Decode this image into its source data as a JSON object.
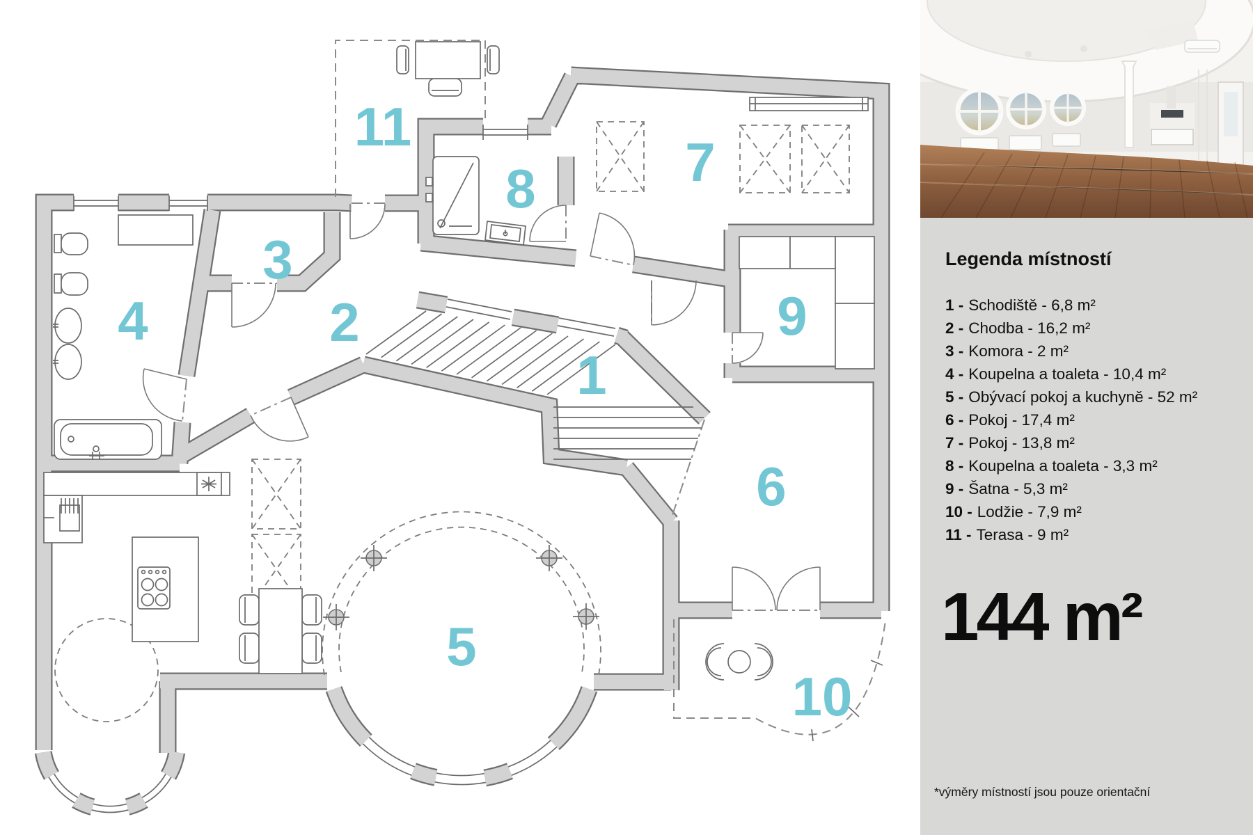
{
  "legend": {
    "title": "Legenda místností",
    "items": [
      {
        "b": "1 -",
        "t": "Schodiště - 6,8 m²"
      },
      {
        "b": "2 -",
        "t": "Chodba - 16,2 m²"
      },
      {
        "b": "3 -",
        "t": "Komora - 2 m²"
      },
      {
        "b": "4 -",
        "t": "Koupelna a toaleta - 10,4 m²"
      },
      {
        "b": "5 -",
        "t": "Obývací pokoj a kuchyně - 52 m²"
      },
      {
        "b": "6 -",
        "t": "Pokoj - 17,4 m²"
      },
      {
        "b": "7 -",
        "t": "Pokoj - 13,8 m²"
      },
      {
        "b": "8 -",
        "t": "Koupelna a toaleta - 3,3 m²"
      },
      {
        "b": "9 -",
        "t": "Šatna - 5,3 m²"
      },
      {
        "b": "10 -",
        "t": "Lodžie - 7,9 m²"
      },
      {
        "b": "11 -",
        "t": "Terasa - 9 m²"
      }
    ]
  },
  "rooms": [
    {
      "label": "1",
      "name": "Schodiště",
      "area": "6,8 m²"
    },
    {
      "label": "2",
      "name": "Chodba",
      "area": "16,2 m²"
    },
    {
      "label": "3",
      "name": "Komora",
      "area": "2 m²"
    },
    {
      "label": "4",
      "name": "Koupelna a toaleta",
      "area": "10,4 m²"
    },
    {
      "label": "5",
      "name": "Obývací pokoj a kuchyně",
      "area": "52 m²"
    },
    {
      "label": "6",
      "name": "Pokoj",
      "area": "17,4 m²"
    },
    {
      "label": "7",
      "name": "Pokoj",
      "area": "13,8 m²"
    },
    {
      "label": "8",
      "name": "Koupelna a toaleta",
      "area": "3,3 m²"
    },
    {
      "label": "9",
      "name": "Šatna",
      "area": "5,3 m²"
    },
    {
      "label": "10",
      "name": "Lodžie",
      "area": "7,9 m²"
    },
    {
      "label": "11",
      "name": "Terasa",
      "area": "9 m²"
    }
  ],
  "total_area": "144 m²",
  "footnote": "*výměry místností jsou pouze orientační",
  "colors": {
    "room_number": "#73c7d4",
    "wall_fill": "#d4d3d3",
    "wall_outline": "#6f6f6f",
    "panel_bg": "#d8d8d6"
  }
}
